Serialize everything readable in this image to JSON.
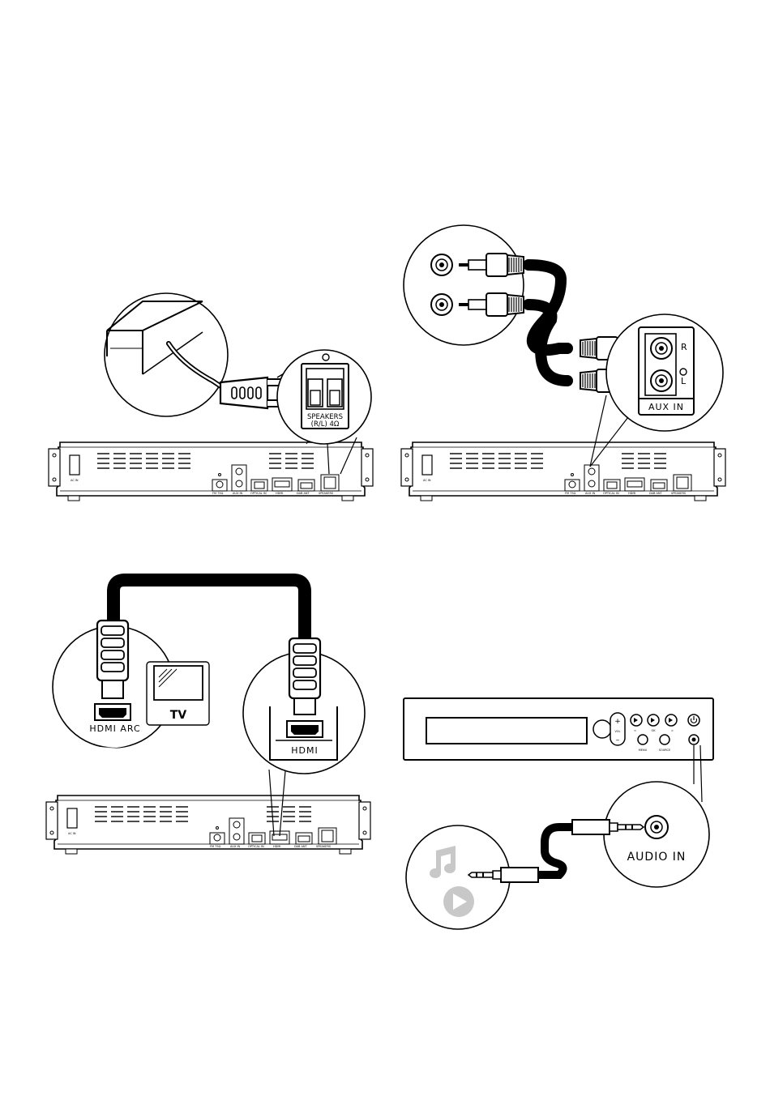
{
  "labels": {
    "speakers_line1": "SPEAKERS",
    "speakers_line2": "(R/L) 4Ω",
    "aux_in": "AUX IN",
    "aux_r": "R",
    "aux_l": "L",
    "hdmi_arc": "HDMI ARC",
    "tv": "TV",
    "hdmi": "HDMI",
    "audio_in": "AUDIO IN",
    "vol": "VOL",
    "ok": "OK",
    "menu": "MENU",
    "source": "SOURCE"
  },
  "panel_labels": {
    "ac_in": "AC IN",
    "fm_ant": "FM 75Ω",
    "aux_in": "AUX IN",
    "optical_in": "OPTICAL IN",
    "hdmi": "HDMI",
    "dab_ant": "DAB ANT",
    "speakers": "SPEAKERS"
  },
  "icons": [
    "speaker-wire-connector",
    "rca-cable",
    "hdmi-cable",
    "tv-icon",
    "music-note-icon",
    "play-icon",
    "audio-jack-cable",
    "power-icon"
  ],
  "colors": {
    "line": "#000000",
    "icon_grey": "#c8c8c8",
    "background": "#ffffff"
  }
}
